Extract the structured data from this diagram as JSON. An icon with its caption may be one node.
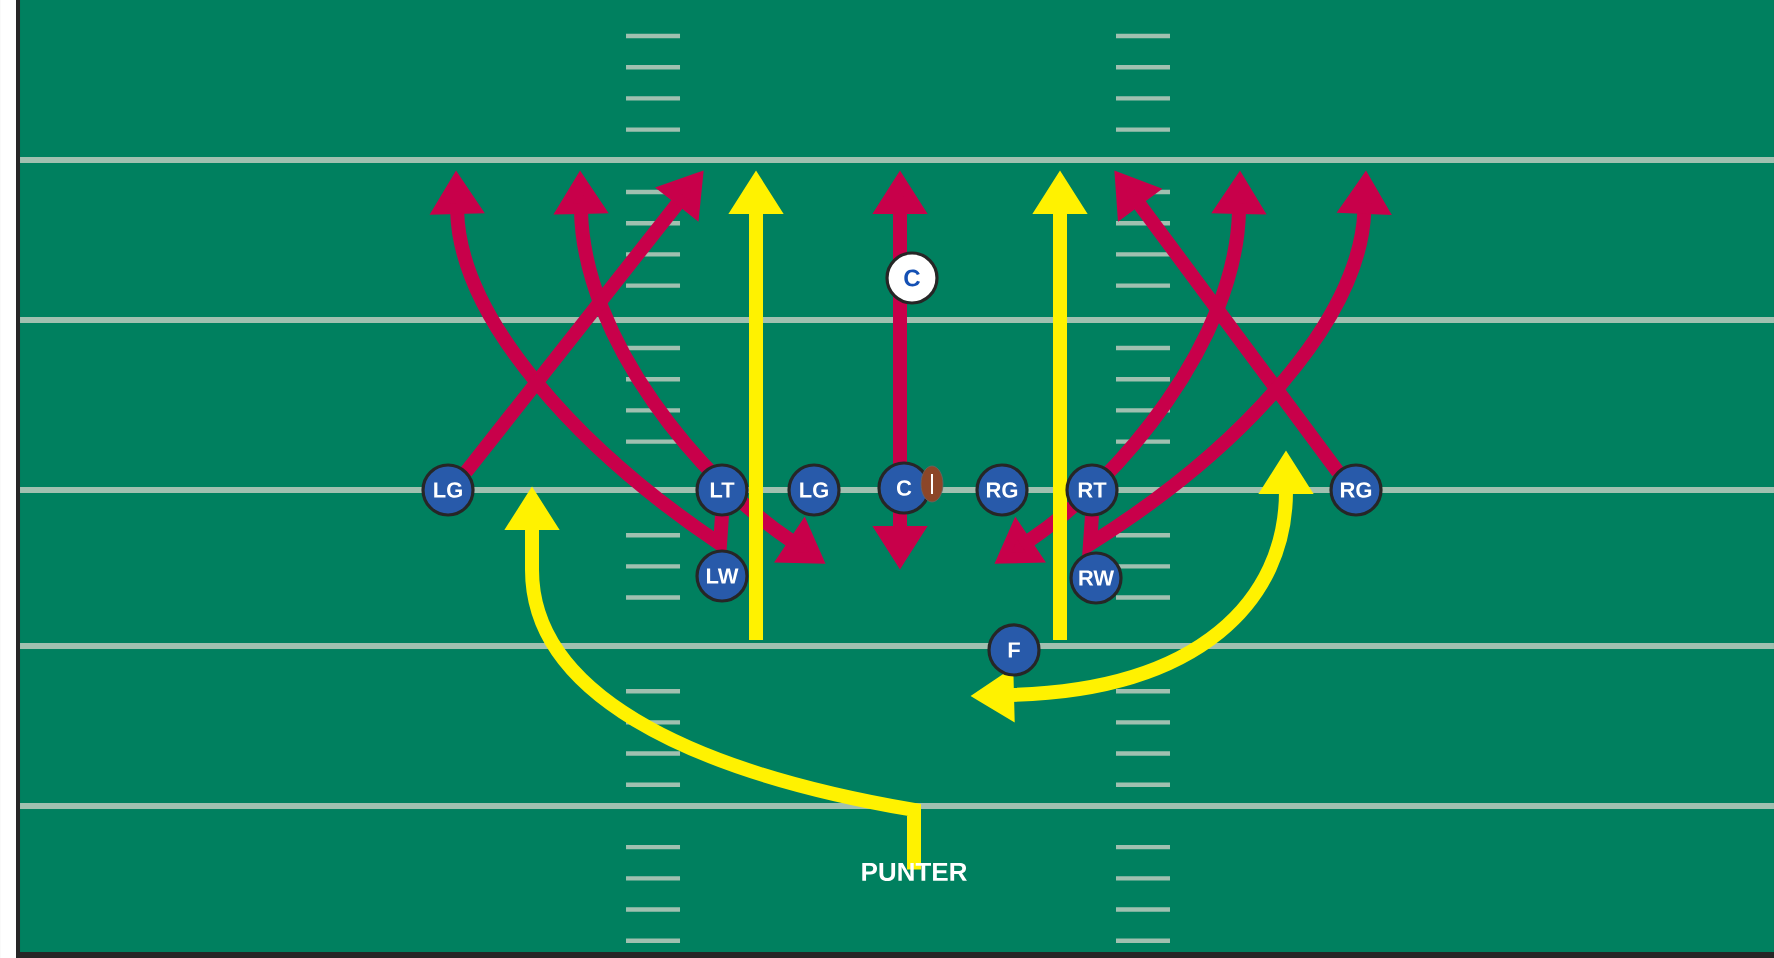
{
  "diagram": {
    "nodes": [
      {
        "text": [
          "C"
        ]
      },
      {
        "text": [
          "LG"
        ]
      },
      {
        "text": [
          "LT"
        ]
      },
      {
        "text": [
          "LG"
        ]
      },
      {
        "text": [
          "C"
        ]
      },
      {
        "text": [
          "RG"
        ]
      },
      {
        "text": [
          "RT"
        ]
      },
      {
        "text": [
          "RG"
        ]
      },
      {
        "text": [
          "LW"
        ]
      },
      {
        "text": [
          "RW"
        ]
      },
      {
        "text": [
          "F"
        ]
      },
      {
        "text": [
          "PUNTER"
        ]
      }
    ],
    "edges": [
      {
        "from": 2,
        "to": null,
        "arrow": "to"
      },
      {
        "from": 3,
        "to": null,
        "arrow": "both"
      },
      {
        "from": 1,
        "to": null,
        "arrow": "to"
      },
      {
        "from": 4,
        "to": null,
        "arrow": "both"
      },
      {
        "from": 7,
        "to": null,
        "arrow": "to"
      },
      {
        "from": 5,
        "to": null,
        "arrow": "both"
      },
      {
        "from": 6,
        "to": null,
        "arrow": "to"
      },
      {
        "from": 8,
        "to": null,
        "arrow": "to",
        "color": "#fff200"
      },
      {
        "from": 9,
        "to": null,
        "arrow": "to",
        "color": "#fff200"
      },
      {
        "from": 11,
        "to": null,
        "arrow": "to",
        "color": "#fff200"
      },
      {
        "from": 10,
        "to": null,
        "arrow": "both",
        "color": "#fff200"
      }
    ]
  }
}
